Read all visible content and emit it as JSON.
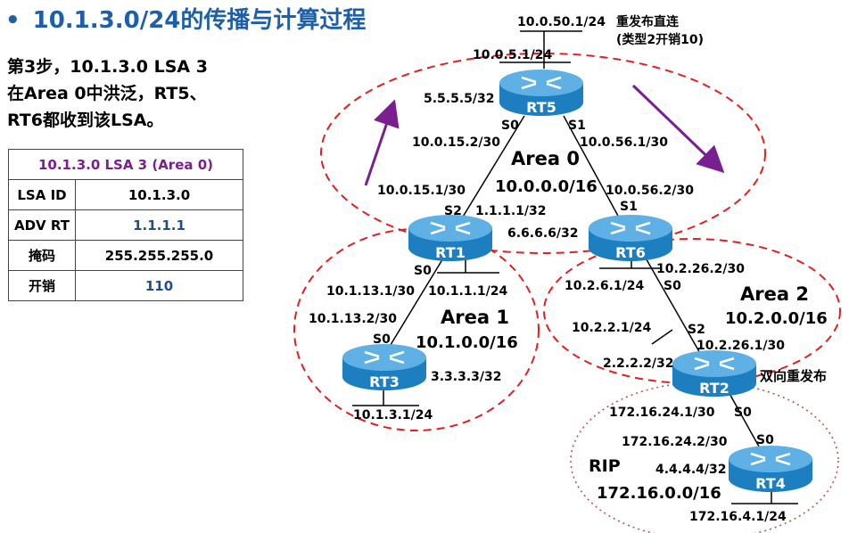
{
  "title": "10.1.3.0/24的传播与计算过程",
  "bullet": "•",
  "description": {
    "line1": "第3步，10.1.3.0  LSA 3",
    "line2": "在Area 0中洪泛，RT5、",
    "line3": "RT6都收到该LSA。"
  },
  "lsa_table": {
    "header": "10.1.3.0  LSA 3 (Area 0)",
    "rows": [
      {
        "key": "LSA ID",
        "value": "10.1.3.0"
      },
      {
        "key": "ADV RT",
        "value": "1.1.1.1"
      },
      {
        "key": "掩码",
        "value": "255.255.255.0"
      },
      {
        "key": "开销",
        "value": "110"
      }
    ]
  },
  "routers": {
    "rt1": "RT1",
    "rt2": "RT2",
    "rt3": "RT3",
    "rt4": "RT4",
    "rt5": "RT5",
    "rt6": "RT6"
  },
  "areas": {
    "area0": {
      "name": "Area 0",
      "net": "10.0.0.0/16"
    },
    "area1": {
      "name": "Area 1",
      "net": "10.1.0.0/16"
    },
    "area2": {
      "name": "Area 2",
      "net": "10.2.0.0/16"
    },
    "rip": {
      "name": "RIP",
      "net": "172.16.0.0/16"
    }
  },
  "labels": {
    "rt5_lan_top": "10.0.50.1/24",
    "rt5_redist_1": "重发布直连",
    "rt5_redist_2": "(类型2开销10)",
    "rt5_lan": "10.0.5.1/24",
    "rt5_loop": "5.5.5.5/32",
    "rt5_s0": "S0",
    "rt5_s1": "S1",
    "link_15_2": "10.0.15.2/30",
    "link_56_1": "10.0.56.1/30",
    "link_15_1": "10.0.15.1/30",
    "link_56_2": "10.0.56.2/30",
    "rt1_s2": "S2",
    "rt1_loop": "1.1.1.1/32",
    "rt6_s1": "S1",
    "rt6_loop": "6.6.6.6/32",
    "rt1_s0": "S0",
    "link_13_1": "10.1.13.1/30",
    "rt1_lan": "10.1.1.1/24",
    "link_13_2": "10.1.13.2/30",
    "rt3_s0": "S0",
    "rt3_loop": "3.3.3.3/32",
    "rt3_lan": "10.1.3.1/24",
    "link_26_2": "10.2.26.2/30",
    "rt6_lan": "10.2.6.1/24",
    "rt6_s0": "S0",
    "rt2_lan": "10.2.2.1/24",
    "rt2_s2": "S2",
    "link_26_1": "10.2.26.1/30",
    "rt2_loop": "2.2.2.2/32",
    "rt2_note": "双向重发布",
    "link_24_1": "172.16.24.1/30",
    "rt2_s0": "S0",
    "link_24_2": "172.16.24.2/30",
    "rt4_s0": "S0",
    "rt4_loop": "4.4.4.4/32",
    "rt4_lan": "172.16.4.1/24"
  },
  "colors": {
    "title": "#1f5fa8",
    "area_dash": "#e02020",
    "rip_dot": "#c0504d",
    "arrow": "#7a1f8f",
    "router_body": "#1e7fc0"
  }
}
